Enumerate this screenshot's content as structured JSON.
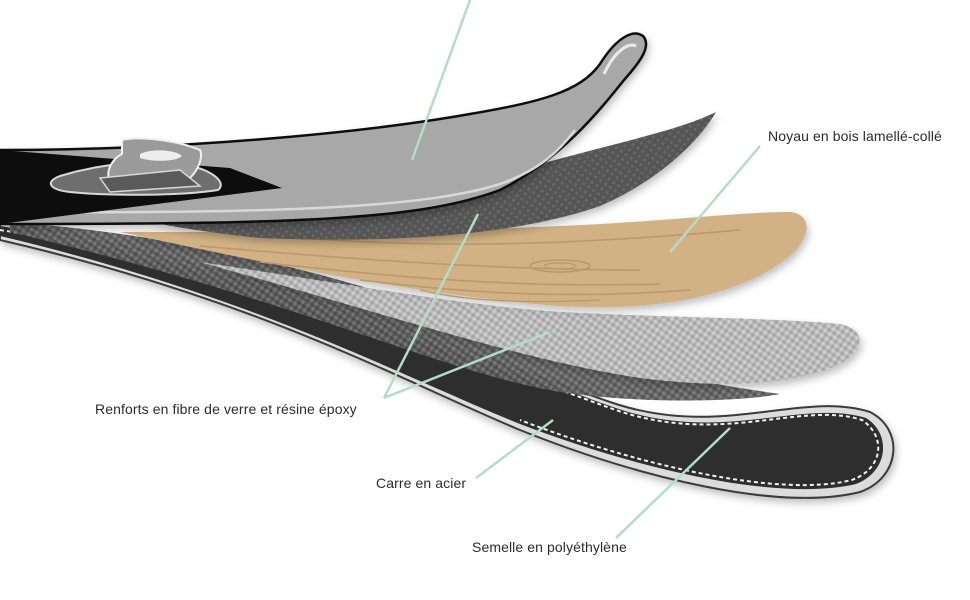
{
  "diagram": {
    "labels": {
      "core": "Noyau en bois lamellé-collé",
      "reinforcements": "Renforts en fibre de verre et résine époxy",
      "edge": "Carre en acier",
      "base": "Semelle en polyéthylène"
    },
    "colors": {
      "leader": "#b4dcc7",
      "topsheet": "#a8a8a8",
      "wood": "#d2b285",
      "base": "#2e2e2e",
      "fiber": "#6a6a6a",
      "edge": "#d0d0d0"
    }
  }
}
